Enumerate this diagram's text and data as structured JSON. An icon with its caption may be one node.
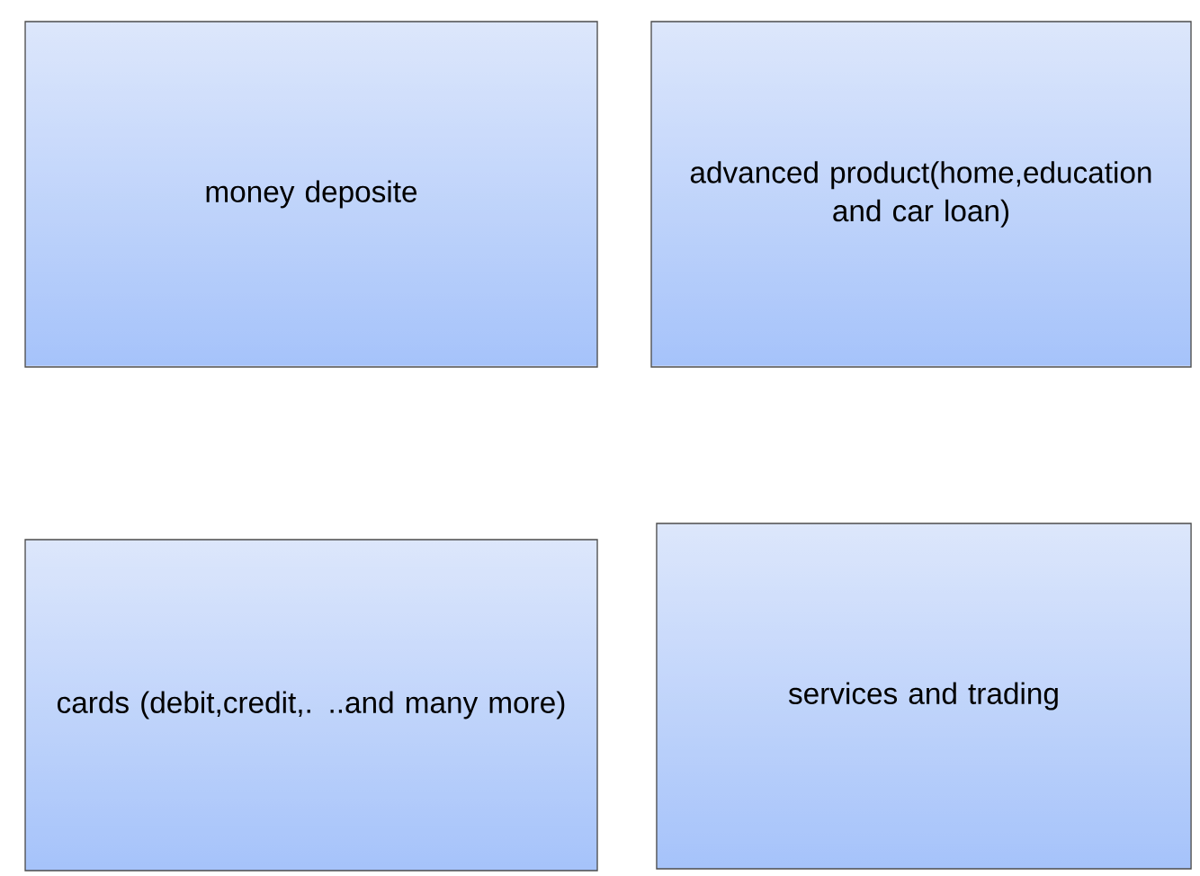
{
  "diagram": {
    "nodes": [
      {
        "text": [
          "money deposite"
        ]
      },
      {
        "text": [
          "advanced product(home,education and car loan)"
        ]
      },
      {
        "text": [
          "cards (debit,credit,. ..and many more)"
        ]
      },
      {
        "text": [
          "services and trading"
        ]
      }
    ]
  }
}
